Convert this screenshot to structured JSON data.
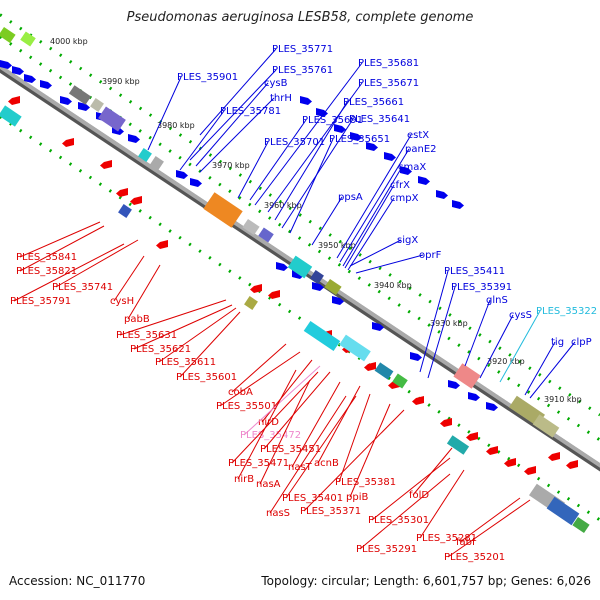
{
  "title": "Pseudomonas aeruginosa LESB58, complete genome",
  "footer": {
    "accession": "Accession: NC_011770",
    "summary": "Topology: circular; Length: 6,601,757 bp; Genes: 6,026"
  },
  "ticks": [
    "4000 kbp",
    "3990 kbp",
    "3980 kbp",
    "3970 kbp",
    "3960 kbp",
    "3950 kbp",
    "3940 kbp",
    "3930 kbp",
    "3920 kbp",
    "3910 kbp"
  ],
  "labels": [
    {
      "text": "PLES_35771",
      "color": "#0000dd"
    },
    {
      "text": "PLES_35901",
      "color": "#0000dd"
    },
    {
      "text": "PLES_35761",
      "color": "#0000dd"
    },
    {
      "text": "cysB",
      "color": "#0000dd"
    },
    {
      "text": "thrH",
      "color": "#0000dd"
    },
    {
      "text": "PLES_35781",
      "color": "#0000dd"
    },
    {
      "text": "PLES_35681",
      "color": "#0000dd"
    },
    {
      "text": "PLES_35671",
      "color": "#0000dd"
    },
    {
      "text": "PLES_35661",
      "color": "#0000dd"
    },
    {
      "text": "PLES_35691",
      "color": "#0000dd"
    },
    {
      "text": "PLES_35641",
      "color": "#0000dd"
    },
    {
      "text": "PLES_35701",
      "color": "#0000dd"
    },
    {
      "text": "PLES_35651",
      "color": "#0000dd"
    },
    {
      "text": "estX",
      "color": "#0000dd"
    },
    {
      "text": "panE2",
      "color": "#0000dd"
    },
    {
      "text": "cmaX",
      "color": "#0000dd"
    },
    {
      "text": "cfrX",
      "color": "#0000dd"
    },
    {
      "text": "cmpX",
      "color": "#0000dd"
    },
    {
      "text": "ppsA",
      "color": "#0000dd"
    },
    {
      "text": "sigX",
      "color": "#0000dd"
    },
    {
      "text": "oprF",
      "color": "#0000dd"
    },
    {
      "text": "PLES_35411",
      "color": "#0000dd"
    },
    {
      "text": "PLES_35391",
      "color": "#0000dd"
    },
    {
      "text": "glnS",
      "color": "#0000dd"
    },
    {
      "text": "cysS",
      "color": "#0000dd"
    },
    {
      "text": "PLES_35322",
      "color": "#22bbdd"
    },
    {
      "text": "tig",
      "color": "#0000dd"
    },
    {
      "text": "clpP",
      "color": "#0000dd"
    },
    {
      "text": "PLES_35841",
      "color": "#dd0000"
    },
    {
      "text": "PLES_35821",
      "color": "#dd0000"
    },
    {
      "text": "PLES_35741",
      "color": "#dd0000"
    },
    {
      "text": "PLES_35791",
      "color": "#dd0000"
    },
    {
      "text": "cysH",
      "color": "#dd0000"
    },
    {
      "text": "pabB",
      "color": "#dd0000"
    },
    {
      "text": "PLES_35631",
      "color": "#dd0000"
    },
    {
      "text": "PLES_35621",
      "color": "#dd0000"
    },
    {
      "text": "PLES_35611",
      "color": "#dd0000"
    },
    {
      "text": "PLES_35601",
      "color": "#dd0000"
    },
    {
      "text": "cobA",
      "color": "#dd0000"
    },
    {
      "text": "PLES_35501",
      "color": "#dd0000"
    },
    {
      "text": "nirD",
      "color": "#dd0000"
    },
    {
      "text": "PLES_35472",
      "color": "#ee88cc"
    },
    {
      "text": "PLES_35451",
      "color": "#dd0000"
    },
    {
      "text": "PLES_35471",
      "color": "#dd0000"
    },
    {
      "text": "nasT",
      "color": "#dd0000"
    },
    {
      "text": "acnB",
      "color": "#dd0000"
    },
    {
      "text": "nirB",
      "color": "#dd0000"
    },
    {
      "text": "nasA",
      "color": "#dd0000"
    },
    {
      "text": "PLES_35381",
      "color": "#dd0000"
    },
    {
      "text": "PLES_35401",
      "color": "#dd0000"
    },
    {
      "text": "ppiB",
      "color": "#dd0000"
    },
    {
      "text": "nasS",
      "color": "#dd0000"
    },
    {
      "text": "PLES_35371",
      "color": "#dd0000"
    },
    {
      "text": "folD",
      "color": "#dd0000"
    },
    {
      "text": "PLES_35301",
      "color": "#dd0000"
    },
    {
      "text": "PLES_35281",
      "color": "#dd0000"
    },
    {
      "text": "PLES_35291",
      "color": "#dd0000"
    },
    {
      "text": "fabI",
      "color": "#dd0000"
    },
    {
      "text": "PLES_35201",
      "color": "#dd0000"
    }
  ],
  "colors": {
    "forward": "#0000ee",
    "reverse": "#ee0000",
    "backbone": "#888888",
    "tick_dots": "#00aa00"
  }
}
